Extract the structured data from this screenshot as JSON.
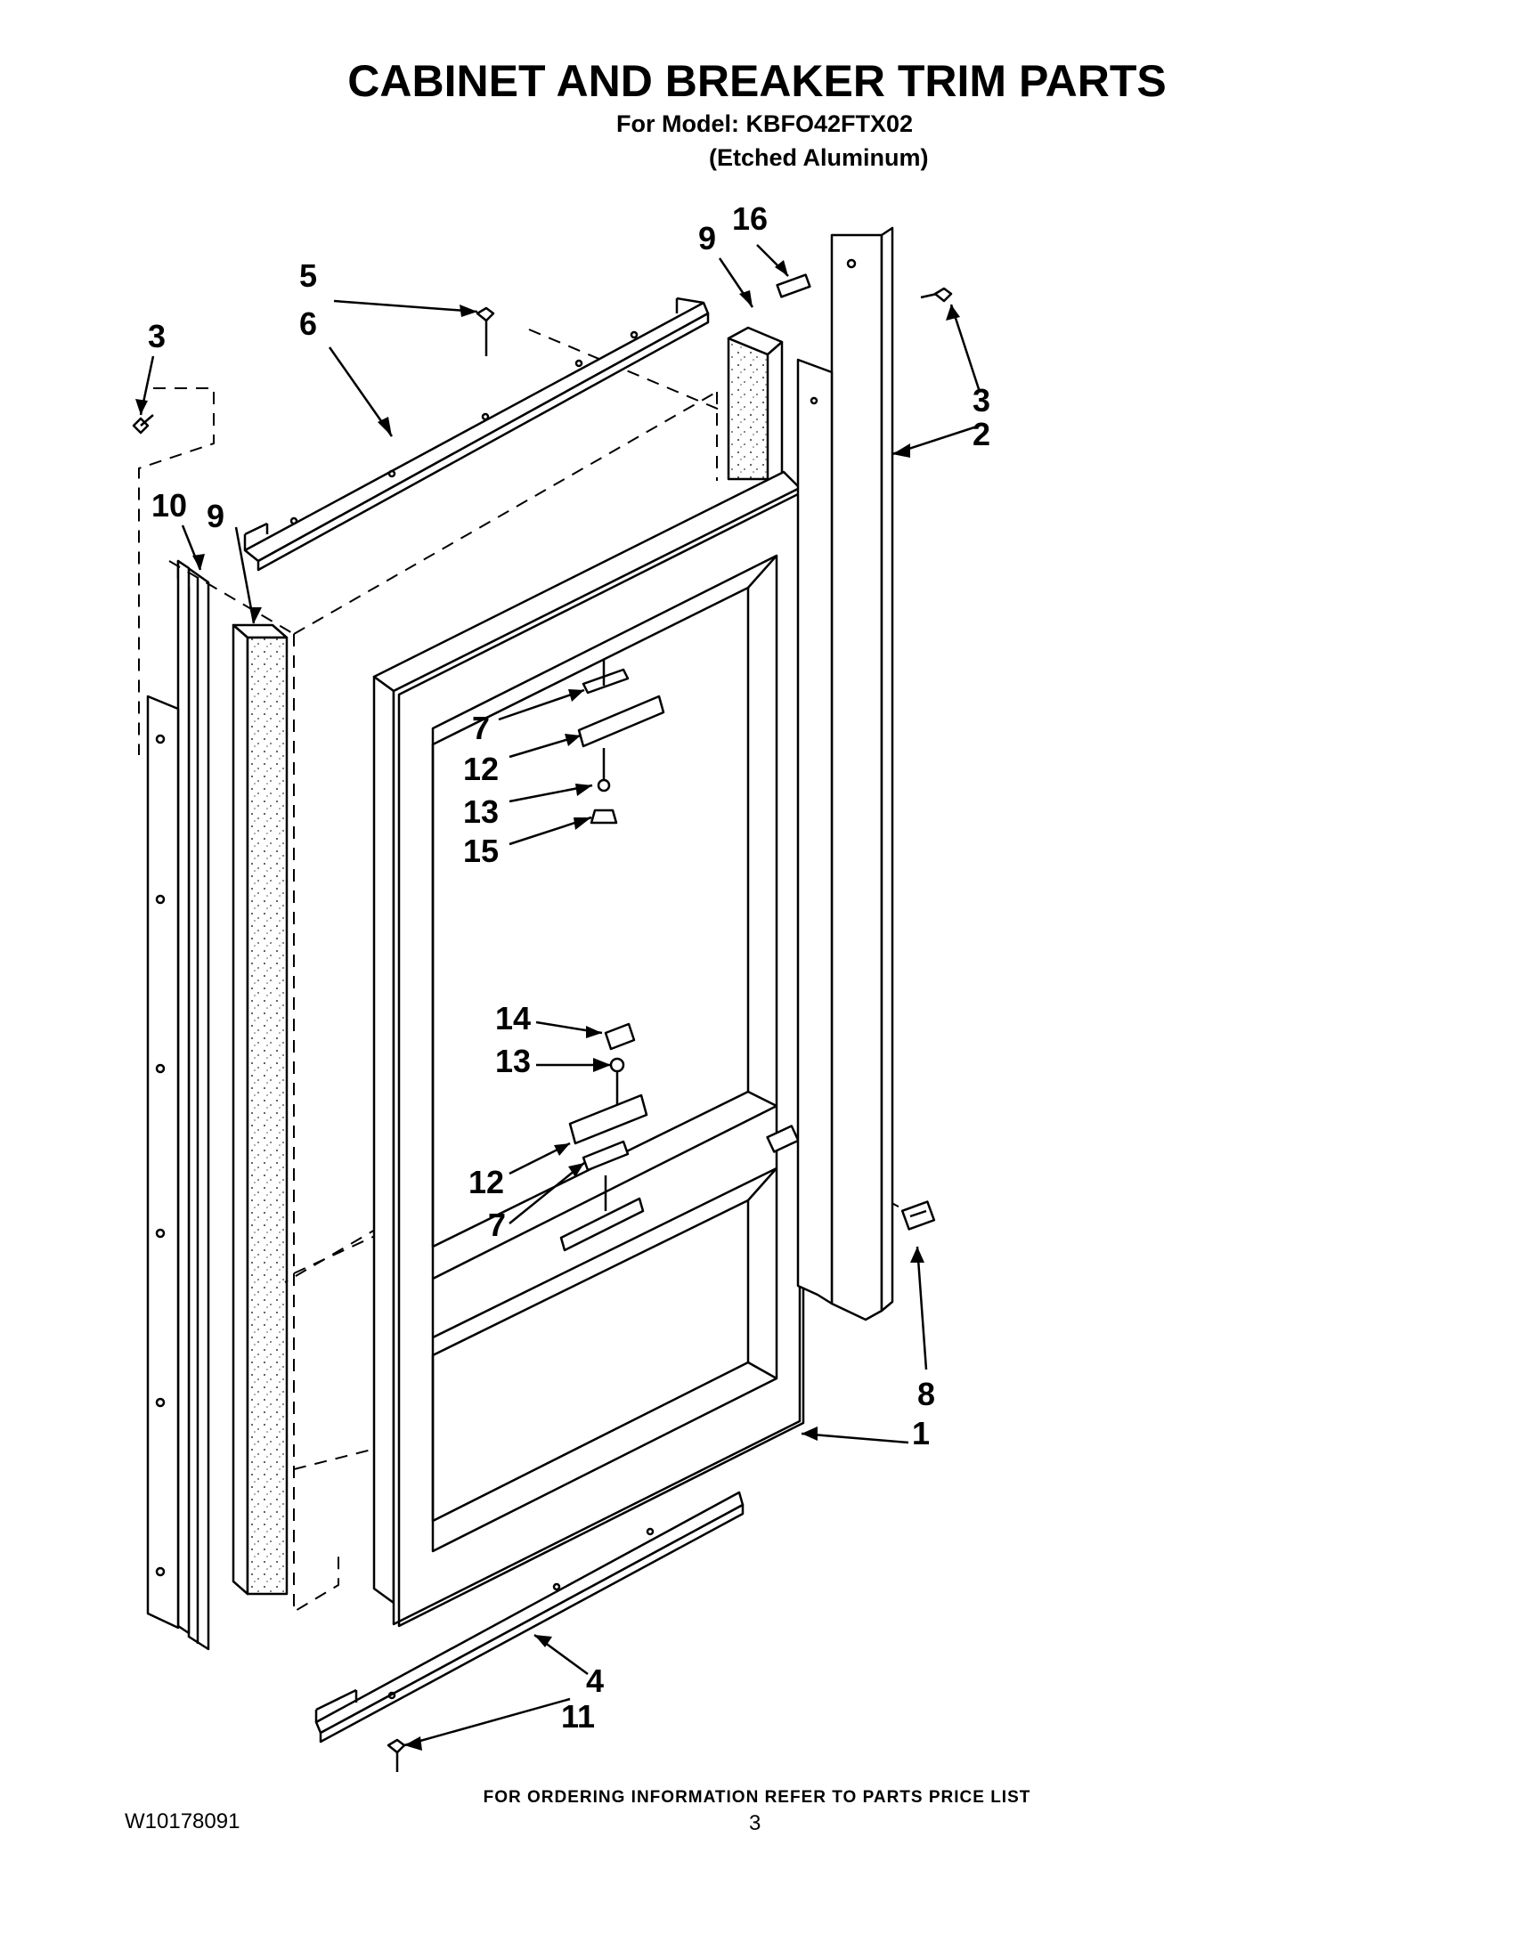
{
  "header": {
    "title": "CABINET AND BREAKER TRIM PARTS",
    "model_line": "For Model: KBFO42FTX02",
    "finish_line": "(Etched Aluminum)"
  },
  "callouts": {
    "c1": "1",
    "c2": "2",
    "c3a": "3",
    "c3b": "3",
    "c4": "4",
    "c5": "5",
    "c6": "6",
    "c7a": "7",
    "c7b": "7",
    "c8": "8",
    "c9a": "9",
    "c9b": "9",
    "c10": "10",
    "c11": "11",
    "c12a": "12",
    "c12b": "12",
    "c13a": "13",
    "c13b": "13",
    "c14": "14",
    "c15": "15",
    "c16": "16"
  },
  "footer": {
    "ordering_note": "FOR ORDERING INFORMATION REFER TO PARTS PRICE LIST",
    "doc_number": "W10178091",
    "page_number": "3"
  }
}
